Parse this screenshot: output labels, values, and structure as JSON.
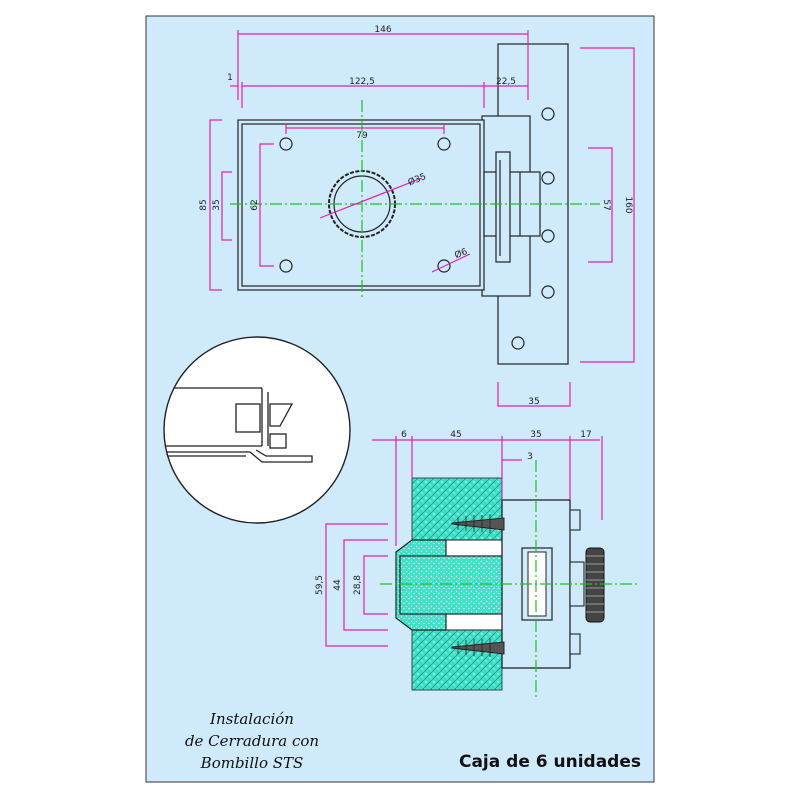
{
  "colors": {
    "background": "#cfeafb",
    "dimension": "#e020b4",
    "axis": "#20c020",
    "wall": "#40e0c8",
    "outline": "#222222"
  },
  "dimensions": {
    "top_146": "146",
    "top_1": "1",
    "top_122_5": "122,5",
    "top_22_5": "22,5",
    "top_79": "79",
    "left_85": "85",
    "left_35": "35",
    "left_62": "62",
    "right_57": "57",
    "right_160": "160",
    "bottom_35": "35",
    "diameter_35": "Ø35",
    "diameter_6": "Ø6",
    "section_6": "6",
    "section_45": "45",
    "section_35": "35",
    "section_17": "17",
    "section_3": "3",
    "section_59_5": "59,5",
    "section_44": "44",
    "section_28_8": "28,8"
  },
  "caption": {
    "line1": "Instalación",
    "line2": "de Cerradura con",
    "line3": "Bombillo  STS"
  },
  "box_label": "Caja de 6 unidades"
}
